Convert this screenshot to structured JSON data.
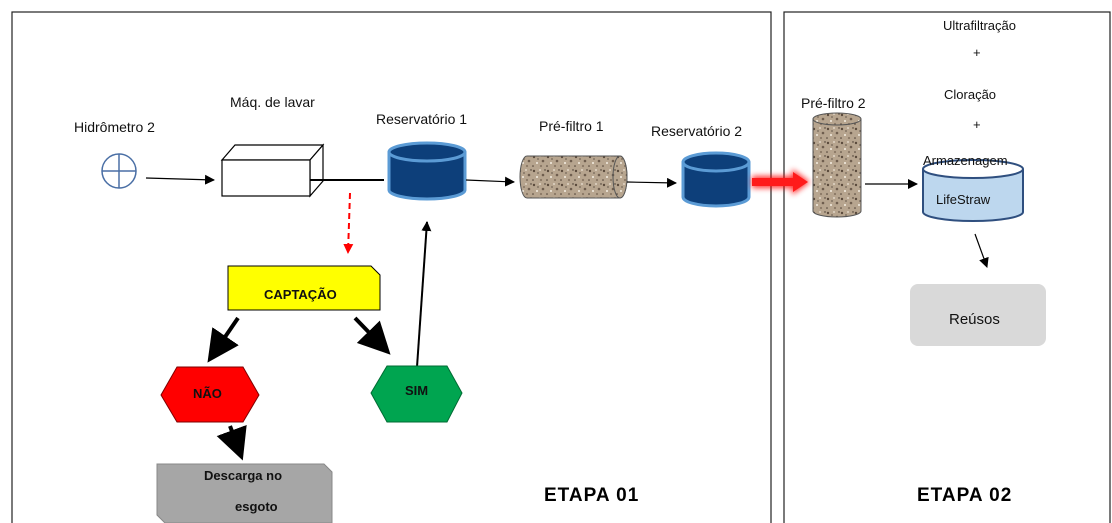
{
  "stage1": {
    "hydrometer": "Hidrômetro 2",
    "washer": "Máq. de lavar",
    "reservoir1": "Reservatório 1",
    "prefilter1": "Pré-filtro 1",
    "reservoir2": "Reservatório 2",
    "captacao": "CAPTAÇÃO",
    "nao": "NÃO",
    "sim": "SIM",
    "descarga": [
      "Descarga no",
      "esgoto"
    ],
    "title": "ETAPA 01"
  },
  "stage2": {
    "prefilter2": "Pré-filtro 2",
    "process": [
      "Ultrafiltração",
      "+",
      "Cloração",
      "+",
      "Armazenagem"
    ],
    "lifestraw": "LifeStraw",
    "reusos": "Reúsos",
    "title": "ETAPA 02"
  },
  "colors": {
    "reservoir": "#0d3f7a",
    "reservoir_rim": "#5b9bd5",
    "captacao": "#ffff00",
    "nao": "#ff0000",
    "sim": "#00a550",
    "descarga": "#a6a6a6",
    "lifestraw": "#bdd7ee",
    "reusos": "#d9d9d9",
    "highlight_arrow": "#ff0000"
  }
}
